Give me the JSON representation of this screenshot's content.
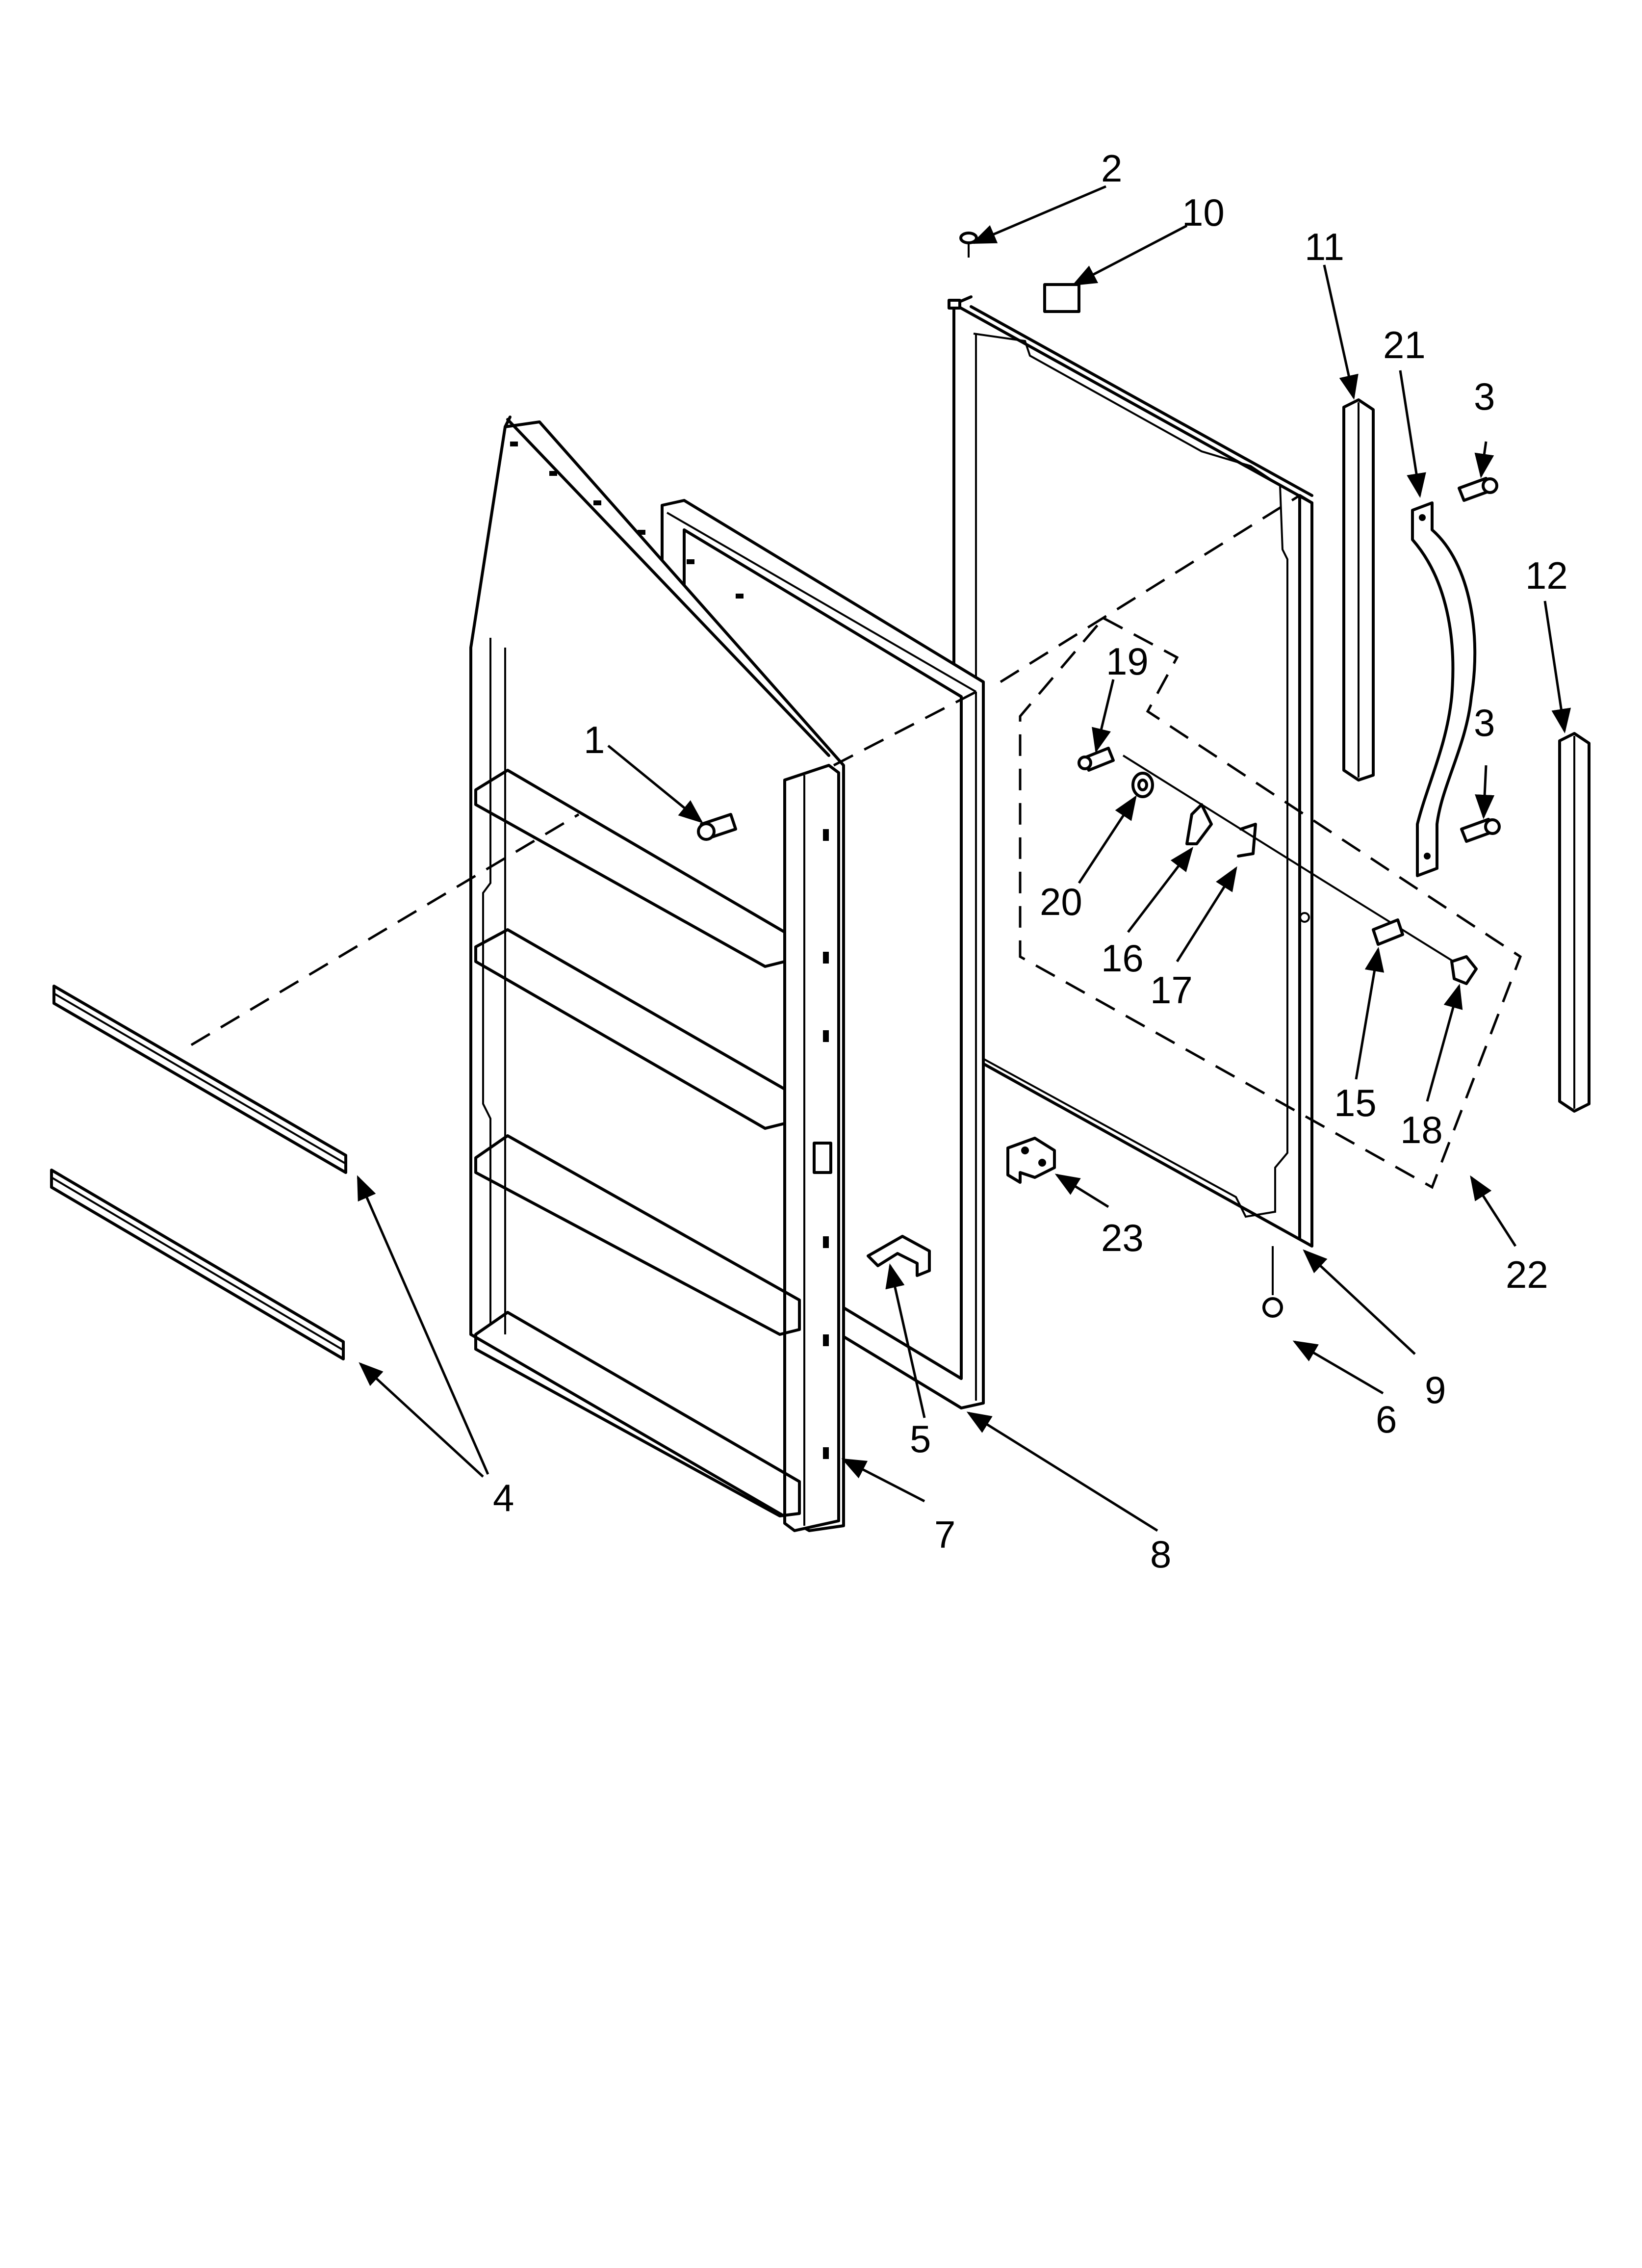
{
  "diagram": {
    "callouts": [
      {
        "id": "c1",
        "label": "1"
      },
      {
        "id": "c2",
        "label": "2"
      },
      {
        "id": "c3a",
        "label": "3"
      },
      {
        "id": "c3b",
        "label": "3"
      },
      {
        "id": "c4",
        "label": "4"
      },
      {
        "id": "c5",
        "label": "5"
      },
      {
        "id": "c6",
        "label": "6"
      },
      {
        "id": "c7",
        "label": "7"
      },
      {
        "id": "c8",
        "label": "8"
      },
      {
        "id": "c9",
        "label": "9"
      },
      {
        "id": "c10",
        "label": "10"
      },
      {
        "id": "c11",
        "label": "11"
      },
      {
        "id": "c12",
        "label": "12"
      },
      {
        "id": "c15",
        "label": "15"
      },
      {
        "id": "c16",
        "label": "16"
      },
      {
        "id": "c17",
        "label": "17"
      },
      {
        "id": "c18",
        "label": "18"
      },
      {
        "id": "c19",
        "label": "19"
      },
      {
        "id": "c20",
        "label": "20"
      },
      {
        "id": "c21",
        "label": "21"
      },
      {
        "id": "c22",
        "label": "22"
      },
      {
        "id": "c23",
        "label": "23"
      }
    ]
  }
}
